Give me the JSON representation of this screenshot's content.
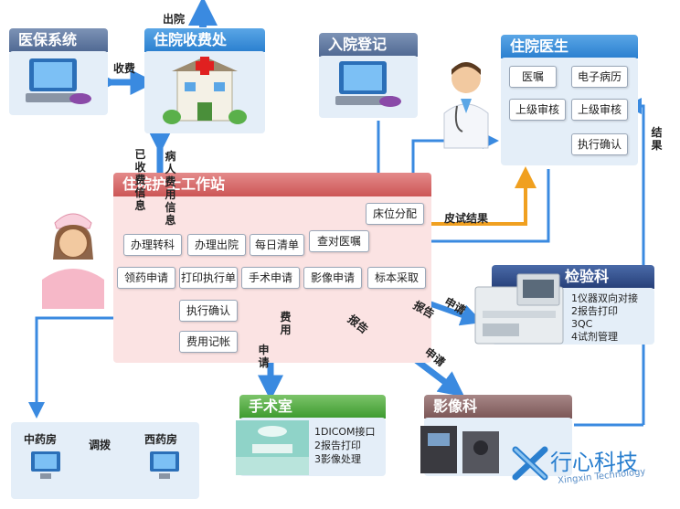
{
  "modules": {
    "yibao": "医保系统",
    "shoufei": "住院收费处",
    "ruyuan": "入院登记",
    "yisheng": "住院医生",
    "hushi": "住院护士工作站",
    "jianyan": "检验科",
    "shoushu": "手术室",
    "yingxiang": "影像科"
  },
  "doctor_nodes": [
    "医嘱",
    "电子病历",
    "上级审核",
    "上级审核",
    "执行确认"
  ],
  "nurse_nodes_row1": [
    "办理转科",
    "办理出院",
    "每日清单",
    "查对医嘱"
  ],
  "nurse_nodes_row2": [
    "领药申请",
    "打印执行单",
    "手术申请",
    "影像申请",
    "标本采取"
  ],
  "nurse_nodes_col": [
    "执行确认",
    "费用记帐"
  ],
  "bed_node": "床位分配",
  "labels": {
    "chuyuan": "出院",
    "shoufei_flow": "收费",
    "paid_info": "已收费信息",
    "patient_fee_info": "病人费用信息",
    "skin_test": "皮试结果",
    "result": "结果",
    "apply_lab": "申请",
    "report_lab": "报告",
    "report_img": "报告",
    "apply_img": "申请",
    "fee": "费用",
    "apply_surgery": "申请",
    "transfer": "调拨"
  },
  "lab_list": [
    "1仪器双向对接",
    "2报告打印",
    "3QC",
    "4试剂管理"
  ],
  "surgery_list": [
    "1DICOM接口",
    "2报告打印",
    "3影像处理"
  ],
  "pharmacy": {
    "chinese": "中药房",
    "western": "西药房"
  },
  "logo": {
    "name": "行心科技",
    "sub": "Xingxin Technology"
  },
  "colors": {
    "arrow": "#3a8ae0",
    "orange_arrow": "#f0a020",
    "nurse_panel": "#fbe3e3",
    "nurse_tab": "#d96a6a"
  }
}
